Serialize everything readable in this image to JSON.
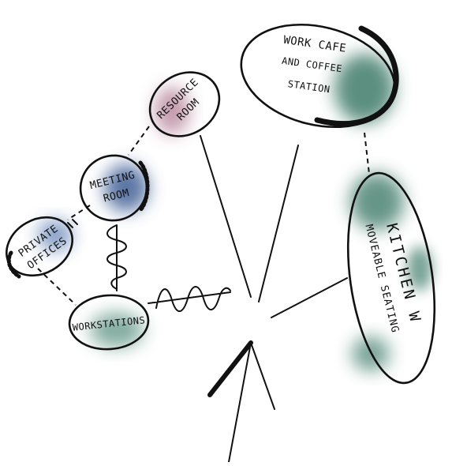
{
  "nodes": {
    "resource_room": {
      "line1": "RESOURCE",
      "line2": "ROOM",
      "tint": "#b07a93"
    },
    "meeting_room": {
      "line1": "MEETING",
      "line2": "ROOM",
      "tint": "#3f5f95"
    },
    "private_offices": {
      "line1": "PRIVATE",
      "line2": "OFFICES",
      "tint": "#5f7fb5"
    },
    "workstations": {
      "line1": "WORKSTATIONS",
      "tint": "#4f8a78"
    },
    "work_cafe": {
      "line1": "WORK CAFE",
      "line2": "AND COFFEE",
      "line3": "STATION",
      "tint": "#3f7b69"
    },
    "kitchen": {
      "line1": "KITCHEN W",
      "line2": "MOVEABLE SEATING",
      "tint": "#3f7b69"
    }
  },
  "colors": {
    "ink": "#111111",
    "background": "#ffffff"
  }
}
